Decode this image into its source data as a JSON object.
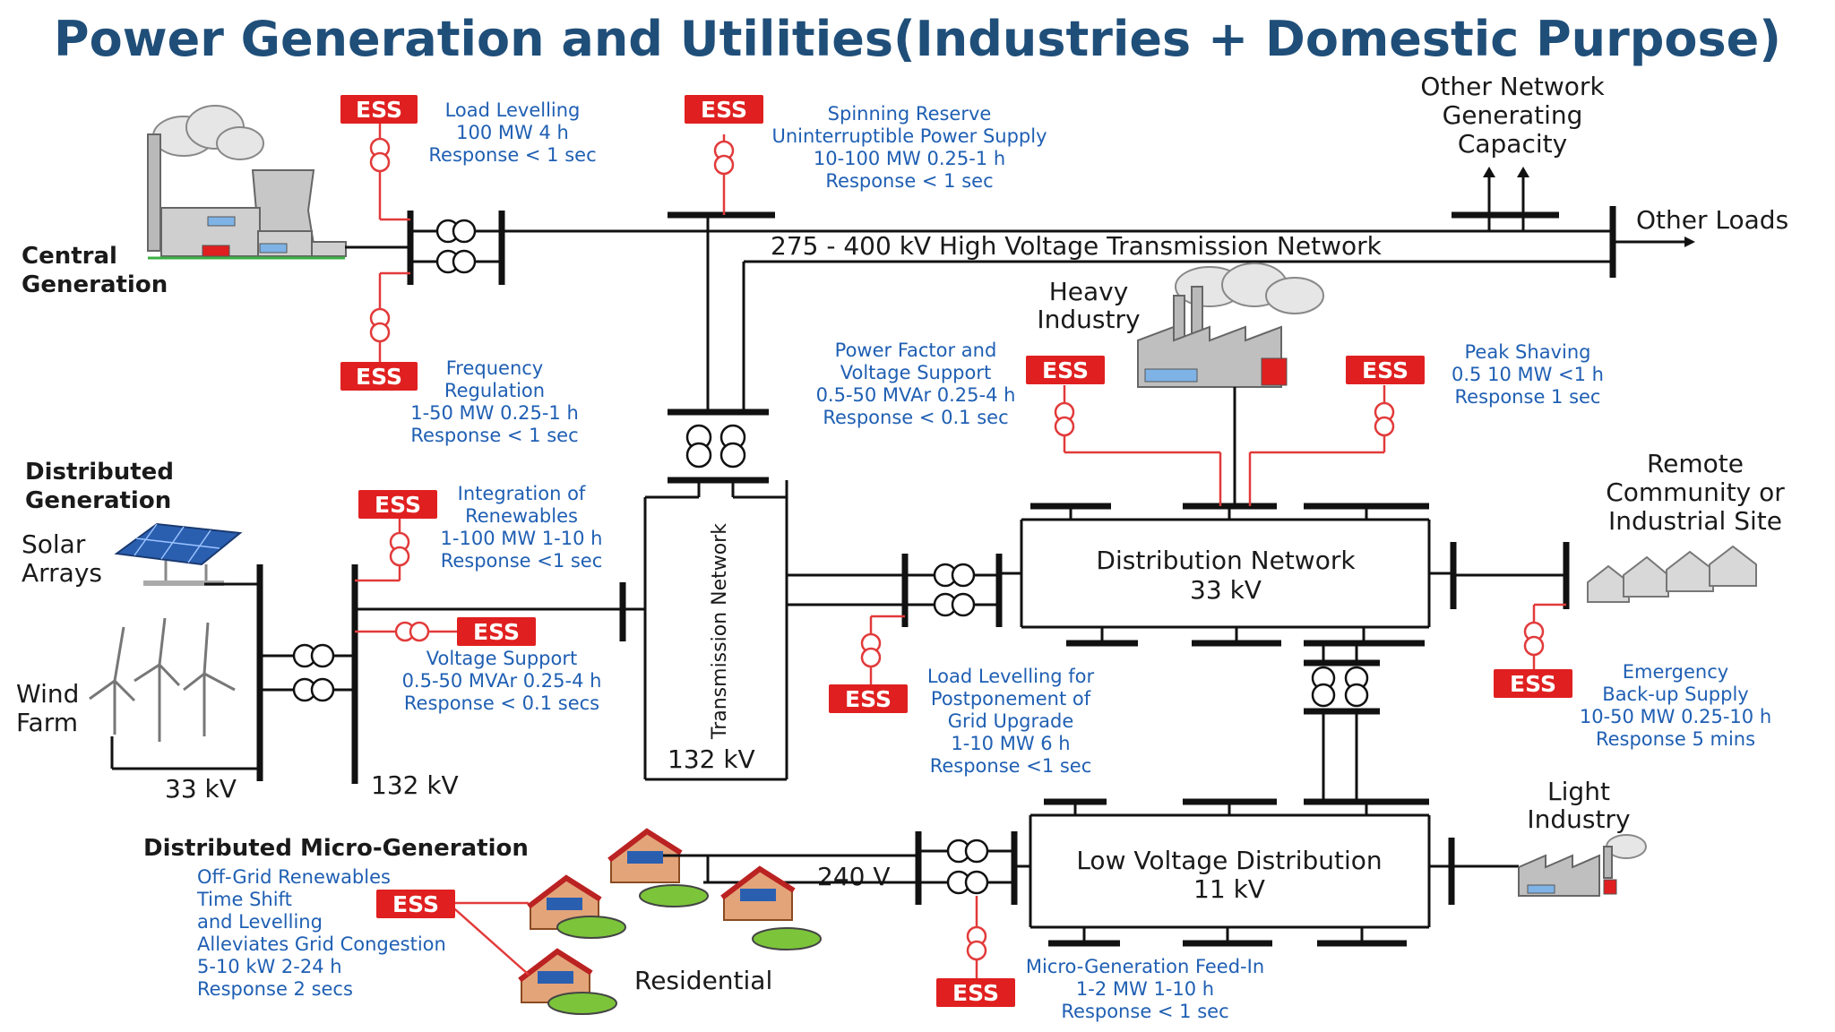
{
  "title": "Power Generation and Utilities(Industries + Domestic Purpose)",
  "colors": {
    "title": "#1f4e79",
    "info_text": "#1f5fb3",
    "ess_box": "#e02020",
    "ess_line": "#e23a3a",
    "bus": "#111111"
  },
  "ess_label": "ESS",
  "labels": {
    "central_generation": [
      "Central",
      "Generation"
    ],
    "hv_network": "275 - 400 kV High Voltage Transmission Network",
    "other_network": [
      "Other Network",
      "Generating",
      "Capacity"
    ],
    "other_loads": "Other Loads",
    "heavy_industry": [
      "Heavy",
      "Industry"
    ],
    "distributed_generation": [
      "Distributed",
      "Generation"
    ],
    "solar_arrays": [
      "Solar",
      "Arrays"
    ],
    "wind_farm": [
      "Wind",
      "Farm"
    ],
    "bus_33kv": "33 kV",
    "bus_132kv": "132 kV",
    "transmission_network": "Transmission Network",
    "transmission_132kv": "132 kV",
    "distribution_network": [
      "Distribution Network",
      "33 kV"
    ],
    "remote_community": [
      "Remote",
      "Community or",
      "Industrial Site"
    ],
    "light_industry": [
      "Light",
      "Industry"
    ],
    "low_voltage_distribution": [
      "Low Voltage Distribution",
      "11 kV"
    ],
    "distributed_micro_generation": "Distributed Micro-Generation",
    "residential": "Residential",
    "bus_240v": "240 V"
  },
  "ess_units": {
    "load_levelling": [
      "Load Levelling",
      "100 MW 4 h",
      "Response < 1 sec"
    ],
    "spinning_reserve": [
      "Spinning Reserve",
      "Uninterruptible Power Supply",
      "10-100 MW 0.25-1 h",
      "Response < 1 sec"
    ],
    "frequency_regulation": [
      "Frequency",
      "Regulation",
      "1-50 MW 0.25-1 h",
      "Response < 1 sec"
    ],
    "power_factor": [
      "Power Factor and",
      "Voltage Support",
      "0.5-50 MVAr 0.25-4 h",
      "Response < 0.1 sec"
    ],
    "peak_shaving": [
      "Peak Shaving",
      "0.5 10 MW <1 h",
      "Response 1 sec"
    ],
    "integration_renewables": [
      "Integration of",
      "Renewables",
      "1-100 MW 1-10 h",
      "Response <1 sec"
    ],
    "voltage_support": [
      "Voltage Support",
      "0.5-50 MVAr 0.25-4 h",
      "Response < 0.1 secs"
    ],
    "load_levelling_grid": [
      "Load Levelling for",
      "Postponement of",
      "Grid Upgrade",
      "1-10 MW 6 h",
      "Response <1 sec"
    ],
    "emergency_backup": [
      "Emergency",
      "Back-up Supply",
      "10-50 MW 0.25-10 h",
      "Response 5 mins"
    ],
    "off_grid": [
      "Off-Grid Renewables",
      "Time Shift",
      "and Levelling",
      "Alleviates Grid Congestion",
      "5-10 kW 2-24 h",
      "Response 2 secs"
    ],
    "micro_generation": [
      "Micro-Generation Feed-In",
      "1-2 MW 1-10 h",
      "Response < 1 sec"
    ]
  }
}
